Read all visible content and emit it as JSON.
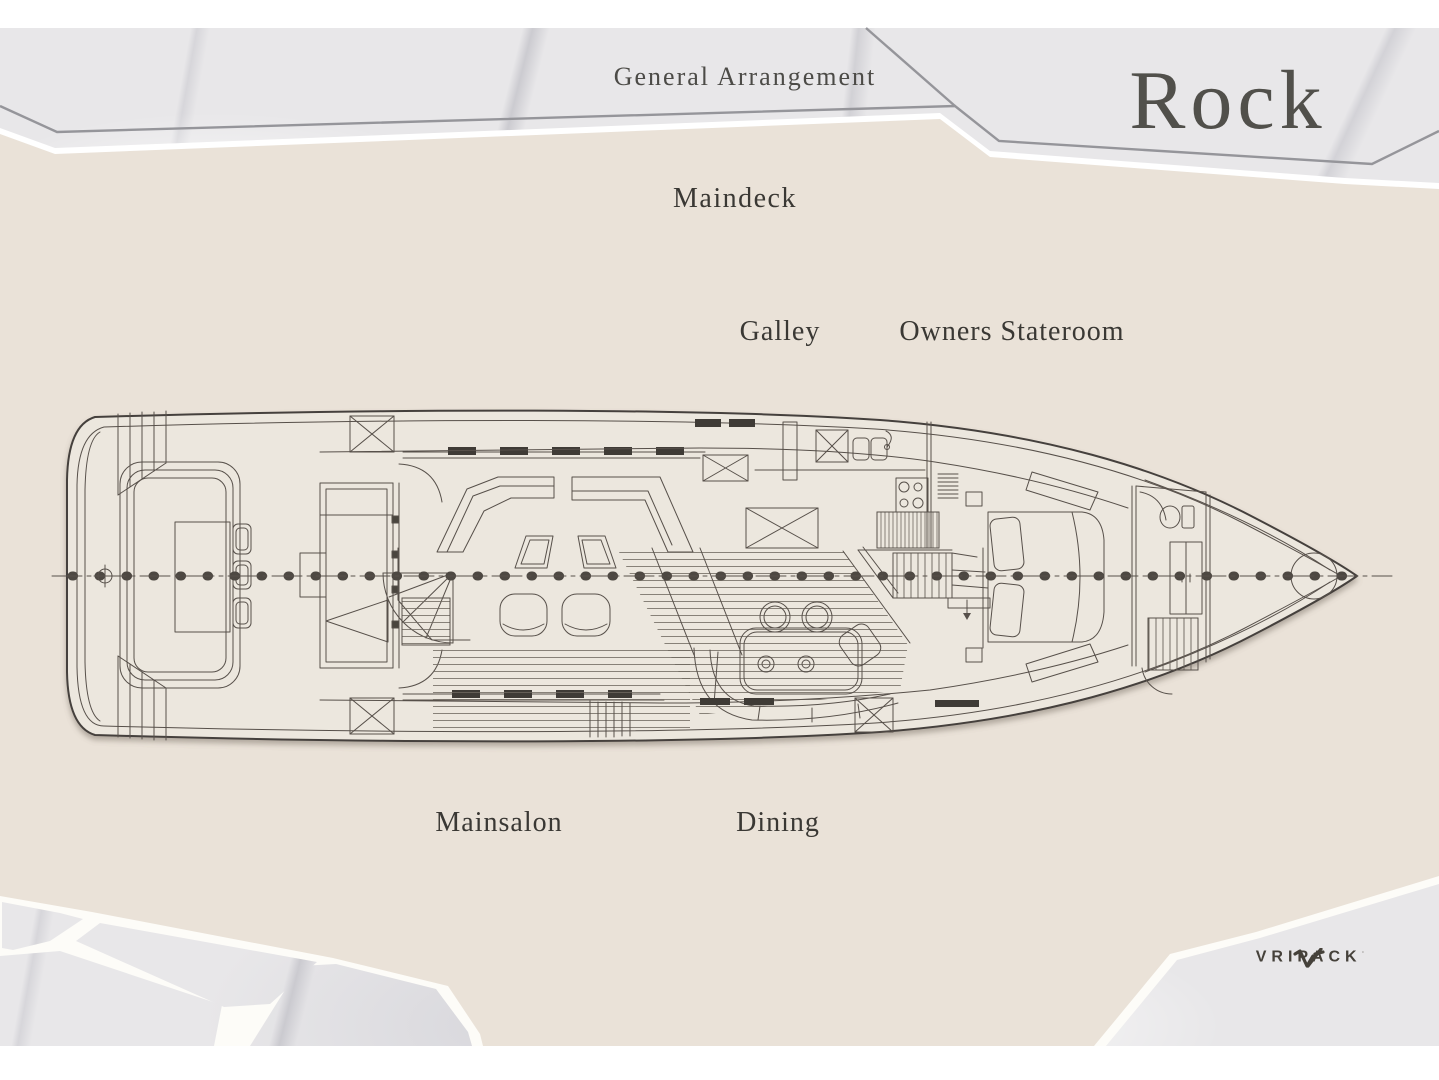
{
  "header": {
    "document_title": "General Arrangement",
    "yacht_name": "Rock"
  },
  "plan": {
    "deck_name": "Maindeck",
    "room_labels": {
      "galley": "Galley",
      "owners_stateroom": "Owners Stateroom",
      "mainsalon": "Mainsalon",
      "dining": "Dining"
    }
  },
  "branding": {
    "company": "VRIPACK",
    "trademark": "·",
    "logo_icon": "vripack-mark-icon"
  },
  "colors": {
    "paper_white": "#ffffff",
    "background_beige": "#eae2d8",
    "hull_fill": "#ece7de",
    "marble_light": "#e8e7e9",
    "border_line_gray": "#95959a",
    "drawing_line": "#57504a",
    "text_dark": "#3a3834"
  }
}
